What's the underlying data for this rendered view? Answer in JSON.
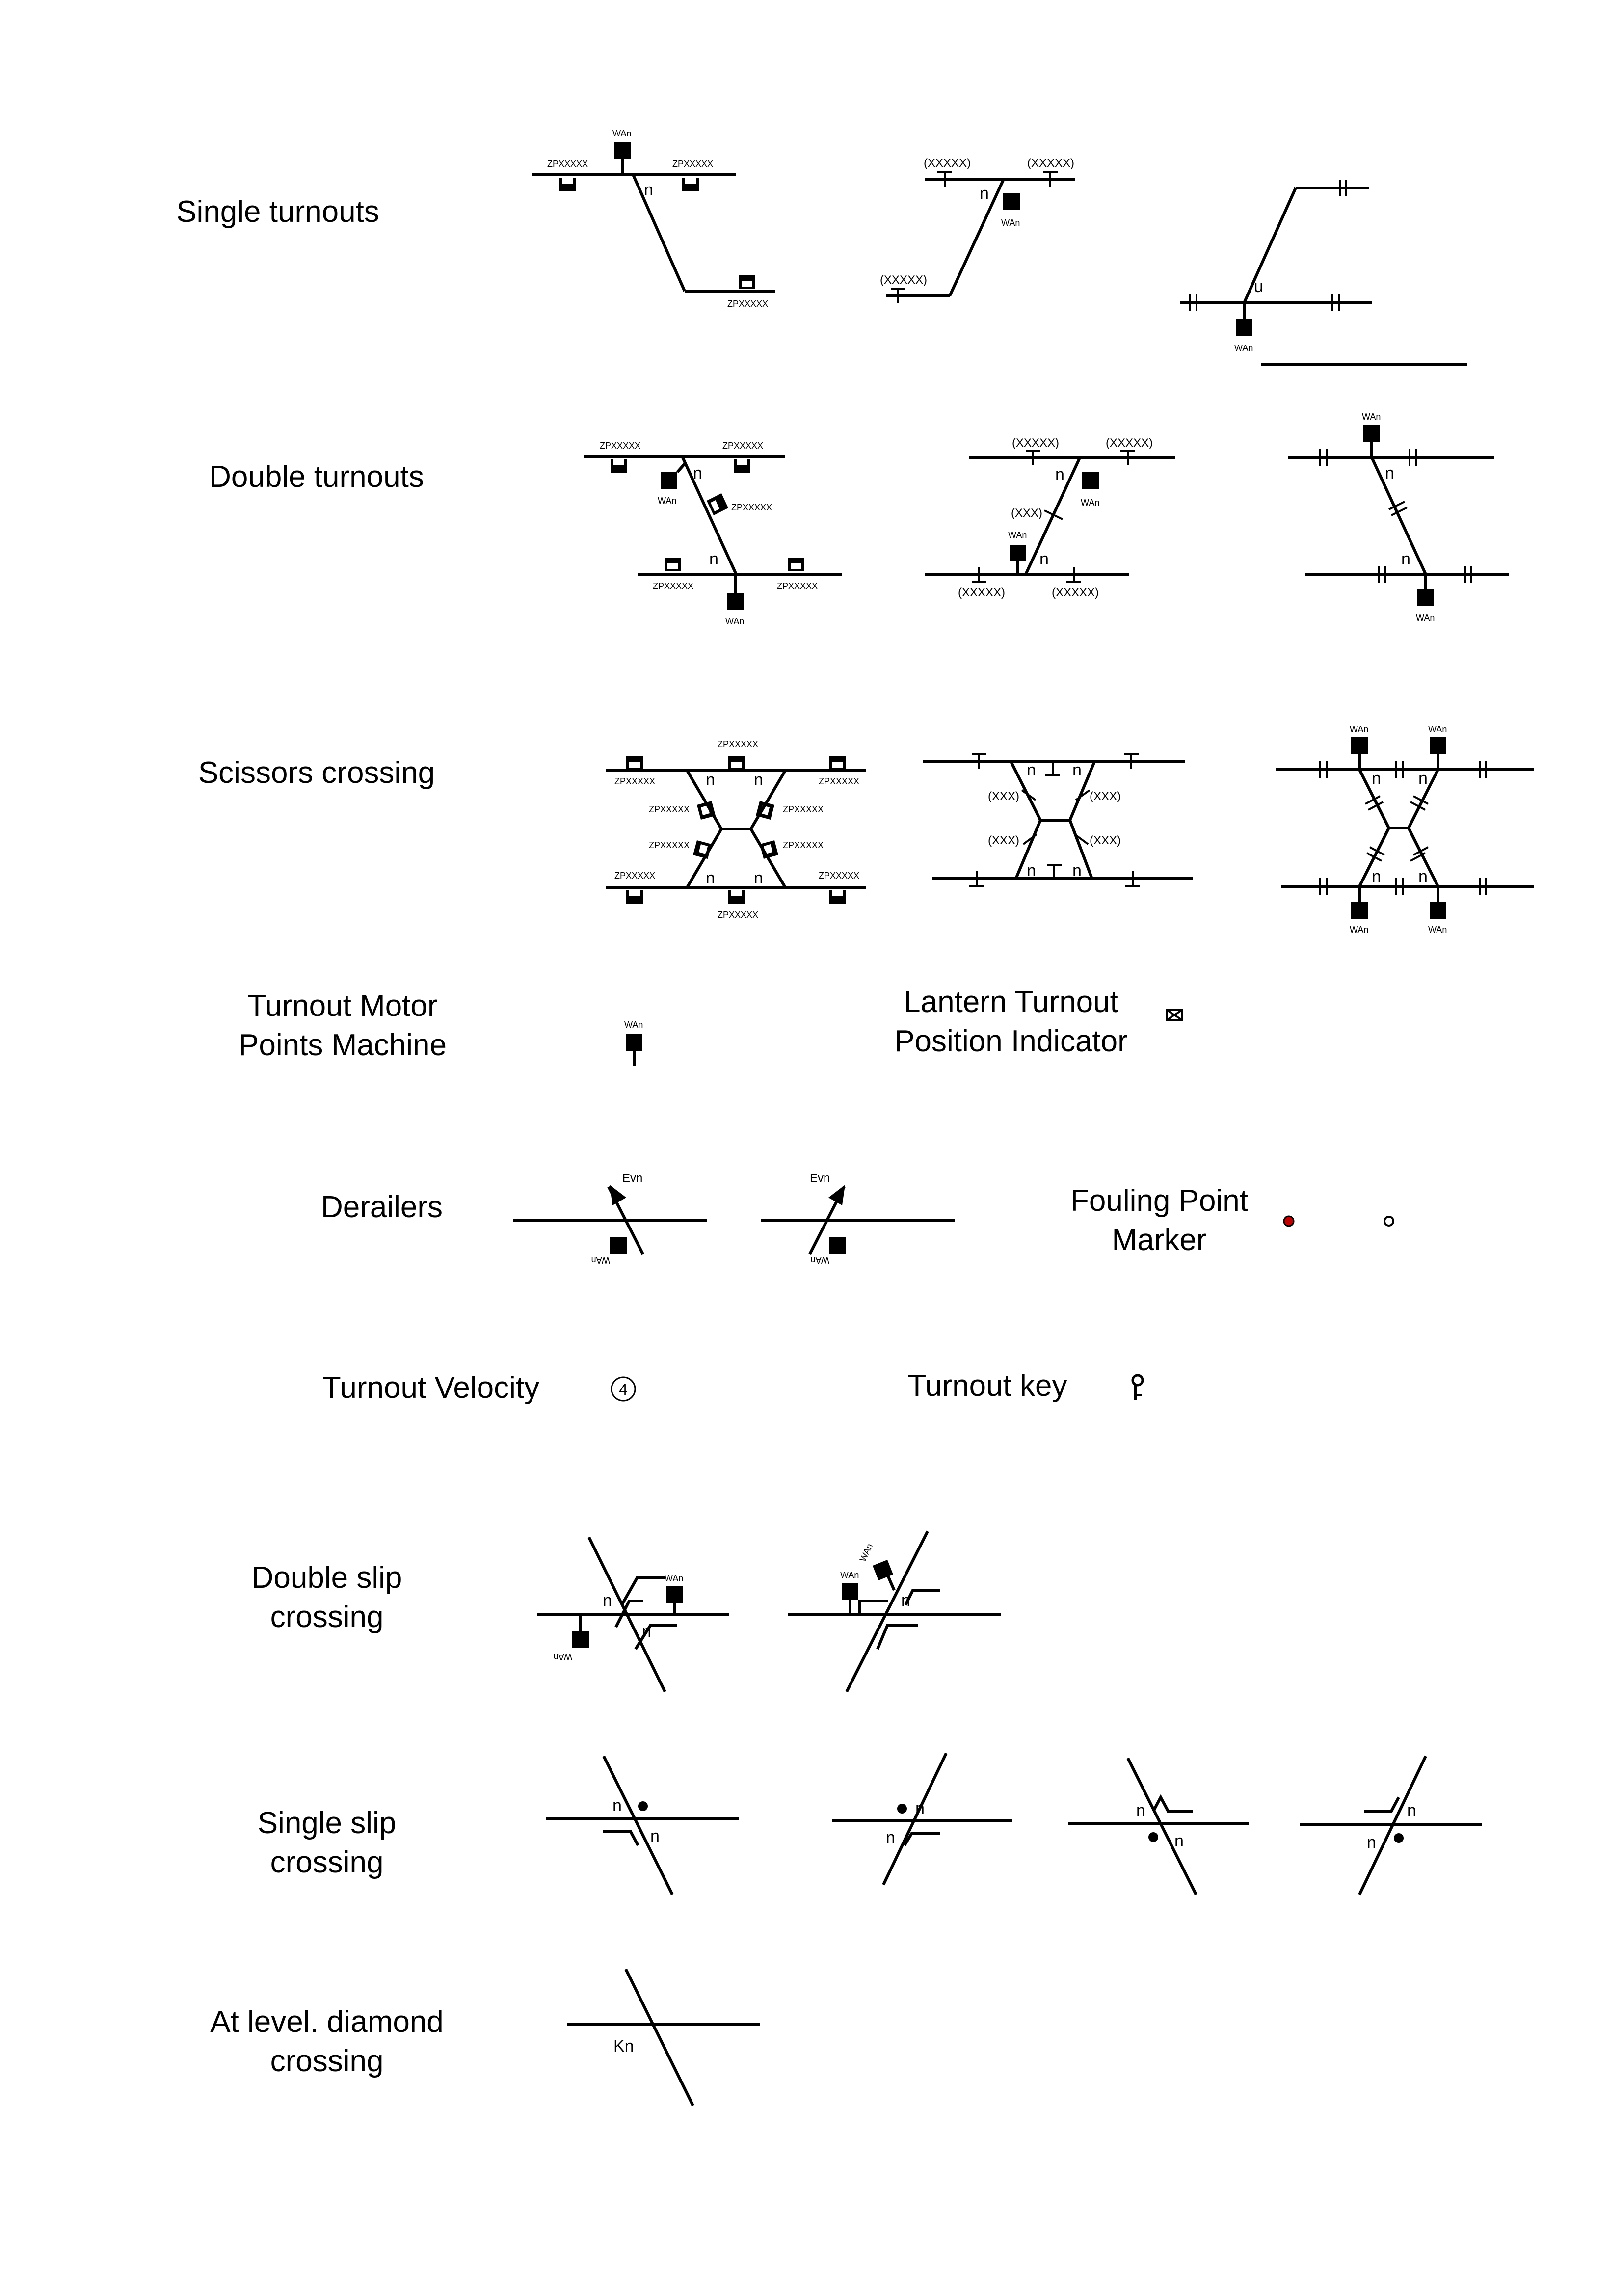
{
  "rows": [
    {
      "name": "single-turnouts",
      "lines": [
        "Single turnouts"
      ]
    },
    {
      "name": "double-turnouts",
      "lines": [
        "Double  turnouts"
      ]
    },
    {
      "name": "scissors-crossing",
      "lines": [
        "Scissors crossing"
      ]
    },
    {
      "name": "turnout-motor",
      "lines": [
        "Turnout Motor",
        "Points Machine"
      ]
    },
    {
      "name": "lantern-indicator",
      "lines": [
        "Lantern Turnout",
        "Position Indicator"
      ]
    },
    {
      "name": "derailers",
      "lines": [
        "Derailers"
      ]
    },
    {
      "name": "fouling-point",
      "lines": [
        "Fouling Point",
        "Marker"
      ]
    },
    {
      "name": "turnout-velocity",
      "lines": [
        "Turnout Velocity"
      ]
    },
    {
      "name": "turnout-key",
      "lines": [
        "Turnout key"
      ]
    },
    {
      "name": "double-slip",
      "lines": [
        "Double slip",
        "crossing"
      ]
    },
    {
      "name": "single-slip",
      "lines": [
        "Single  slip",
        "crossing"
      ]
    },
    {
      "name": "diamond",
      "lines": [
        "At level. diamond",
        "crossing"
      ]
    }
  ],
  "symbols": {
    "machine": "WAn",
    "machine_short": "WAn",
    "zp": "ZPXXXXX",
    "xxxxx": "(XXXXX)",
    "xxx": "(XXX)",
    "n": "n",
    "u": "u",
    "derailer": "Evn",
    "velocity": "4",
    "diamond": "Kn"
  },
  "colors": {
    "line": "#000000",
    "fouling_marker_active": "#c00000"
  }
}
